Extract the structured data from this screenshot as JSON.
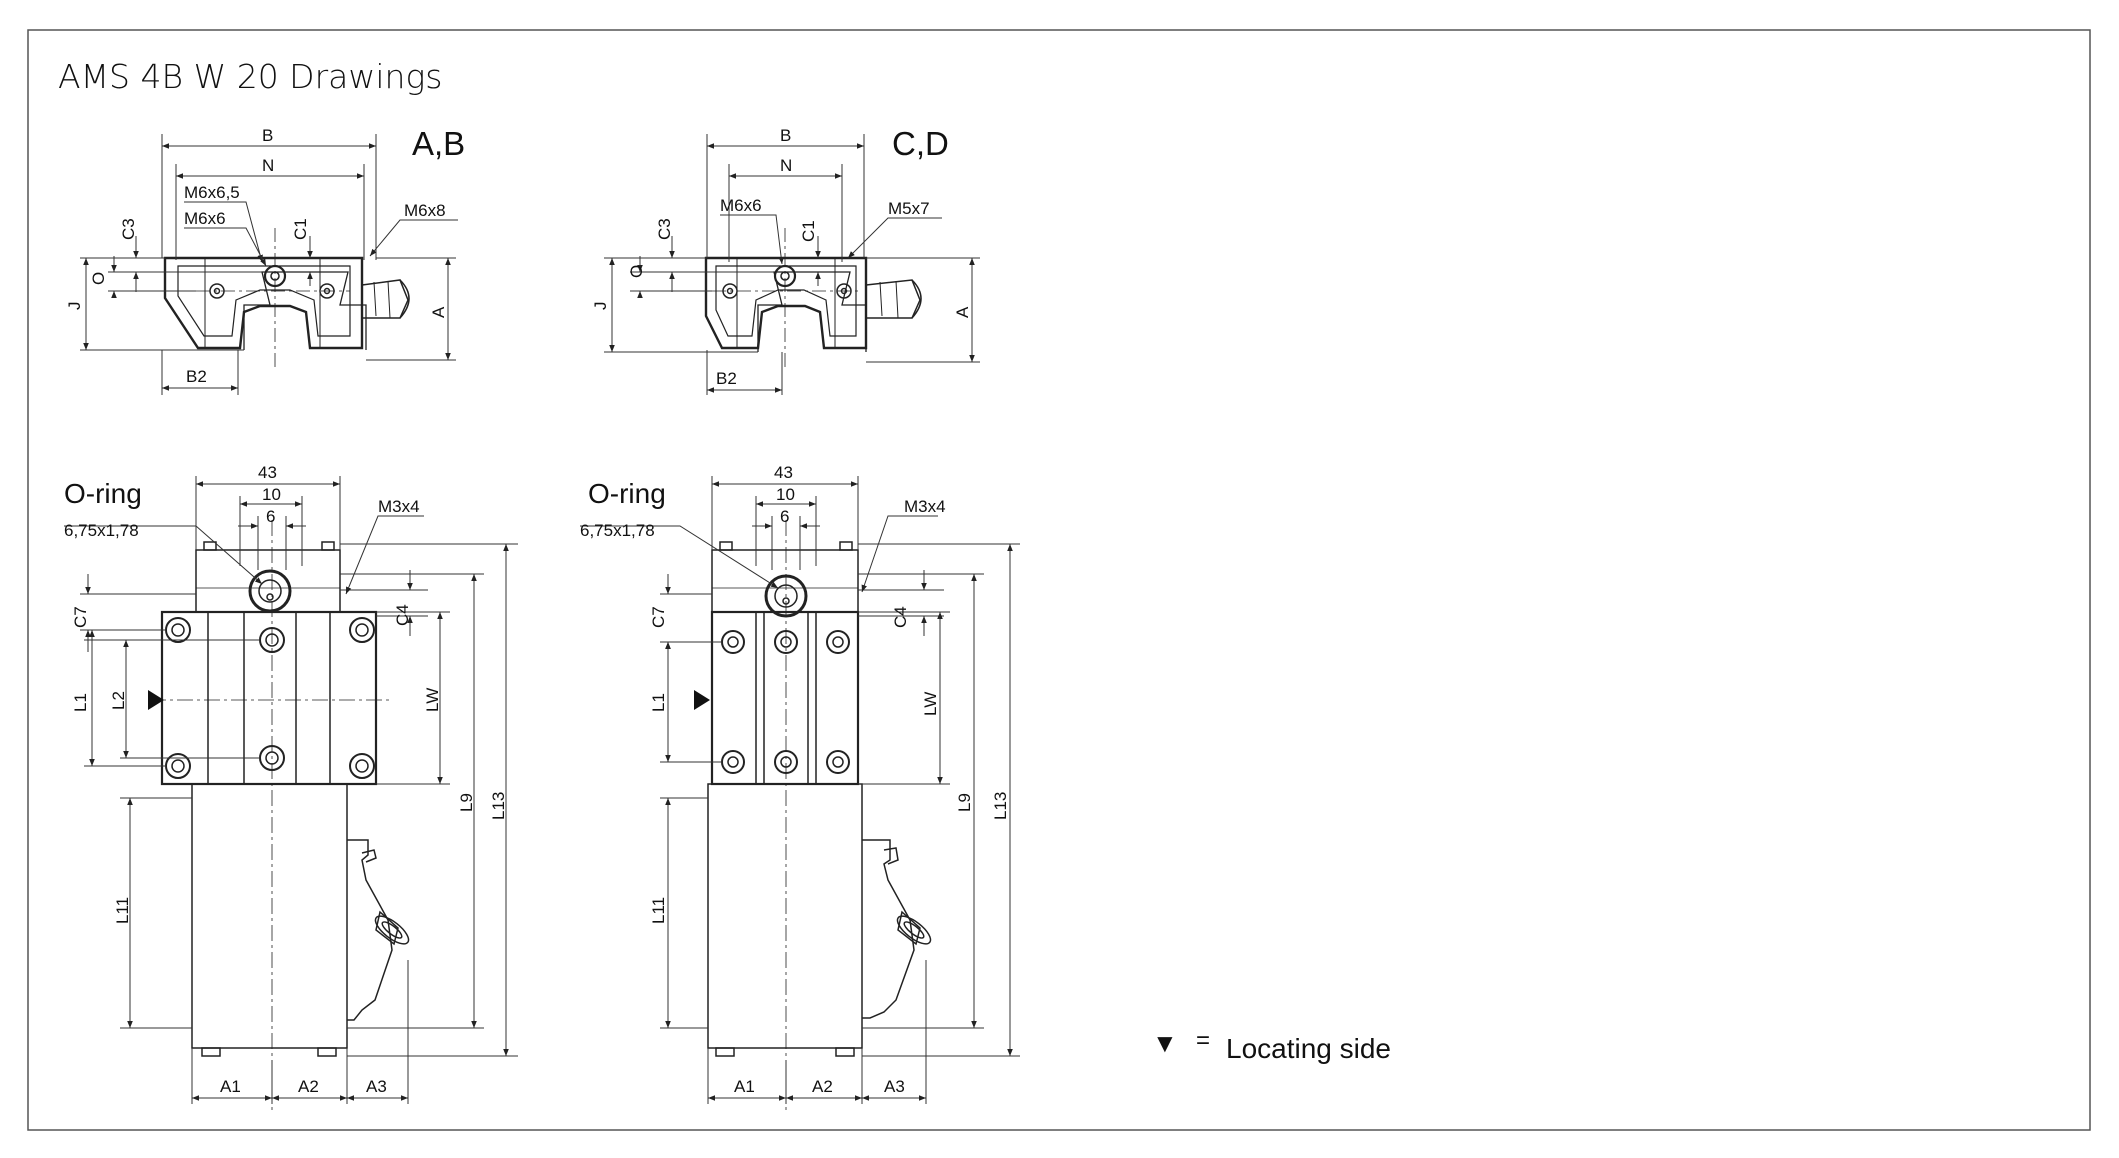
{
  "title": "AMS 4B W 20 Drawings",
  "views": {
    "ab": {
      "label": "A,B",
      "dims": {
        "b": "B",
        "n": "N",
        "c3": "C3",
        "o": "O",
        "j": "J",
        "c1": "C1",
        "a": "A",
        "b2": "B2",
        "m6x65": "M6x6,5",
        "m6x6": "M6x6",
        "m6x8": "M6x8"
      }
    },
    "cd": {
      "label": "C,D",
      "dims": {
        "b": "B",
        "n": "N",
        "c3": "C3",
        "o": "O",
        "j": "J",
        "c1": "C1",
        "a": "A",
        "b2": "B2",
        "m6x6": "M6x6",
        "m5x7": "M5x7"
      }
    },
    "left_side": {
      "oring": "O-ring",
      "oring_size": "6,75x1,78",
      "dims": {
        "d43": "43",
        "d10": "10",
        "d6": "6",
        "m3x4": "M3x4",
        "c7": "C7",
        "c4": "C4",
        "l1": "L1",
        "l2": "L2",
        "lw": "LW",
        "l9": "L9",
        "l13": "L13",
        "l11": "L11",
        "a1": "A1",
        "a2": "A2",
        "a3": "A3"
      }
    },
    "right_side": {
      "oring": "O-ring",
      "oring_size": "6,75x1,78",
      "dims": {
        "d43": "43",
        "d10": "10",
        "d6": "6",
        "m3x4": "M3x4",
        "c7": "C7",
        "c4": "C4",
        "l1": "L1",
        "lw": "LW",
        "l9": "L9",
        "l13": "L13",
        "l11": "L11",
        "a1": "A1",
        "a2": "A2",
        "a3": "A3"
      }
    }
  },
  "legend": {
    "symbol": "▼",
    "equals": "=",
    "text": "Locating side"
  }
}
